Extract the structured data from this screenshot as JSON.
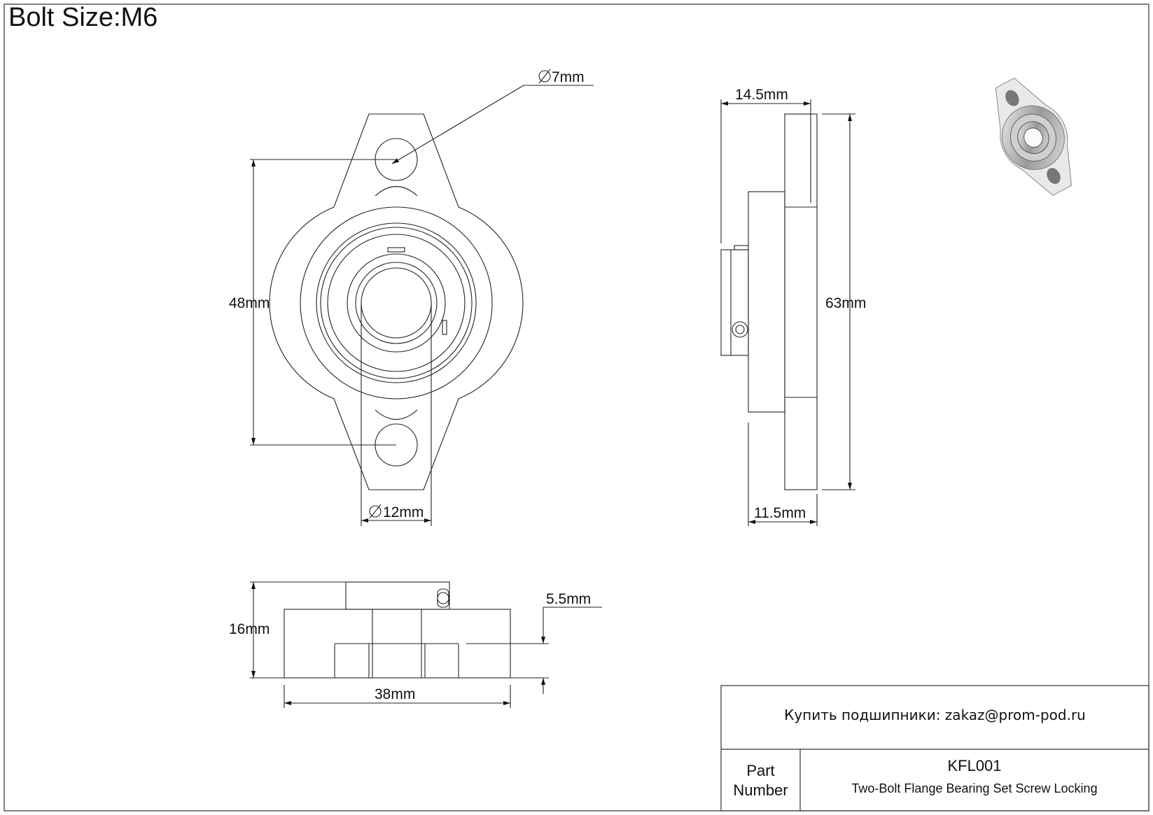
{
  "title": "Bolt Size:M6",
  "dimensions": {
    "bolt_hole_dia": "7mm",
    "bore_dia": "12mm",
    "bolt_spacing": "48mm",
    "overall_length": "63mm",
    "flange_thickness": "14.5mm",
    "body_thickness": "11.5mm",
    "height": "16mm",
    "base_offset": "5.5mm",
    "width": "38mm"
  },
  "title_block": {
    "contact": "Купить подшипники: zakaz@prom-pod.ru",
    "part_label_line1": "Part",
    "part_label_line2": "Number",
    "part_number": "KFL001",
    "description": "Two-Bolt Flange Bearing Set Screw Locking"
  }
}
